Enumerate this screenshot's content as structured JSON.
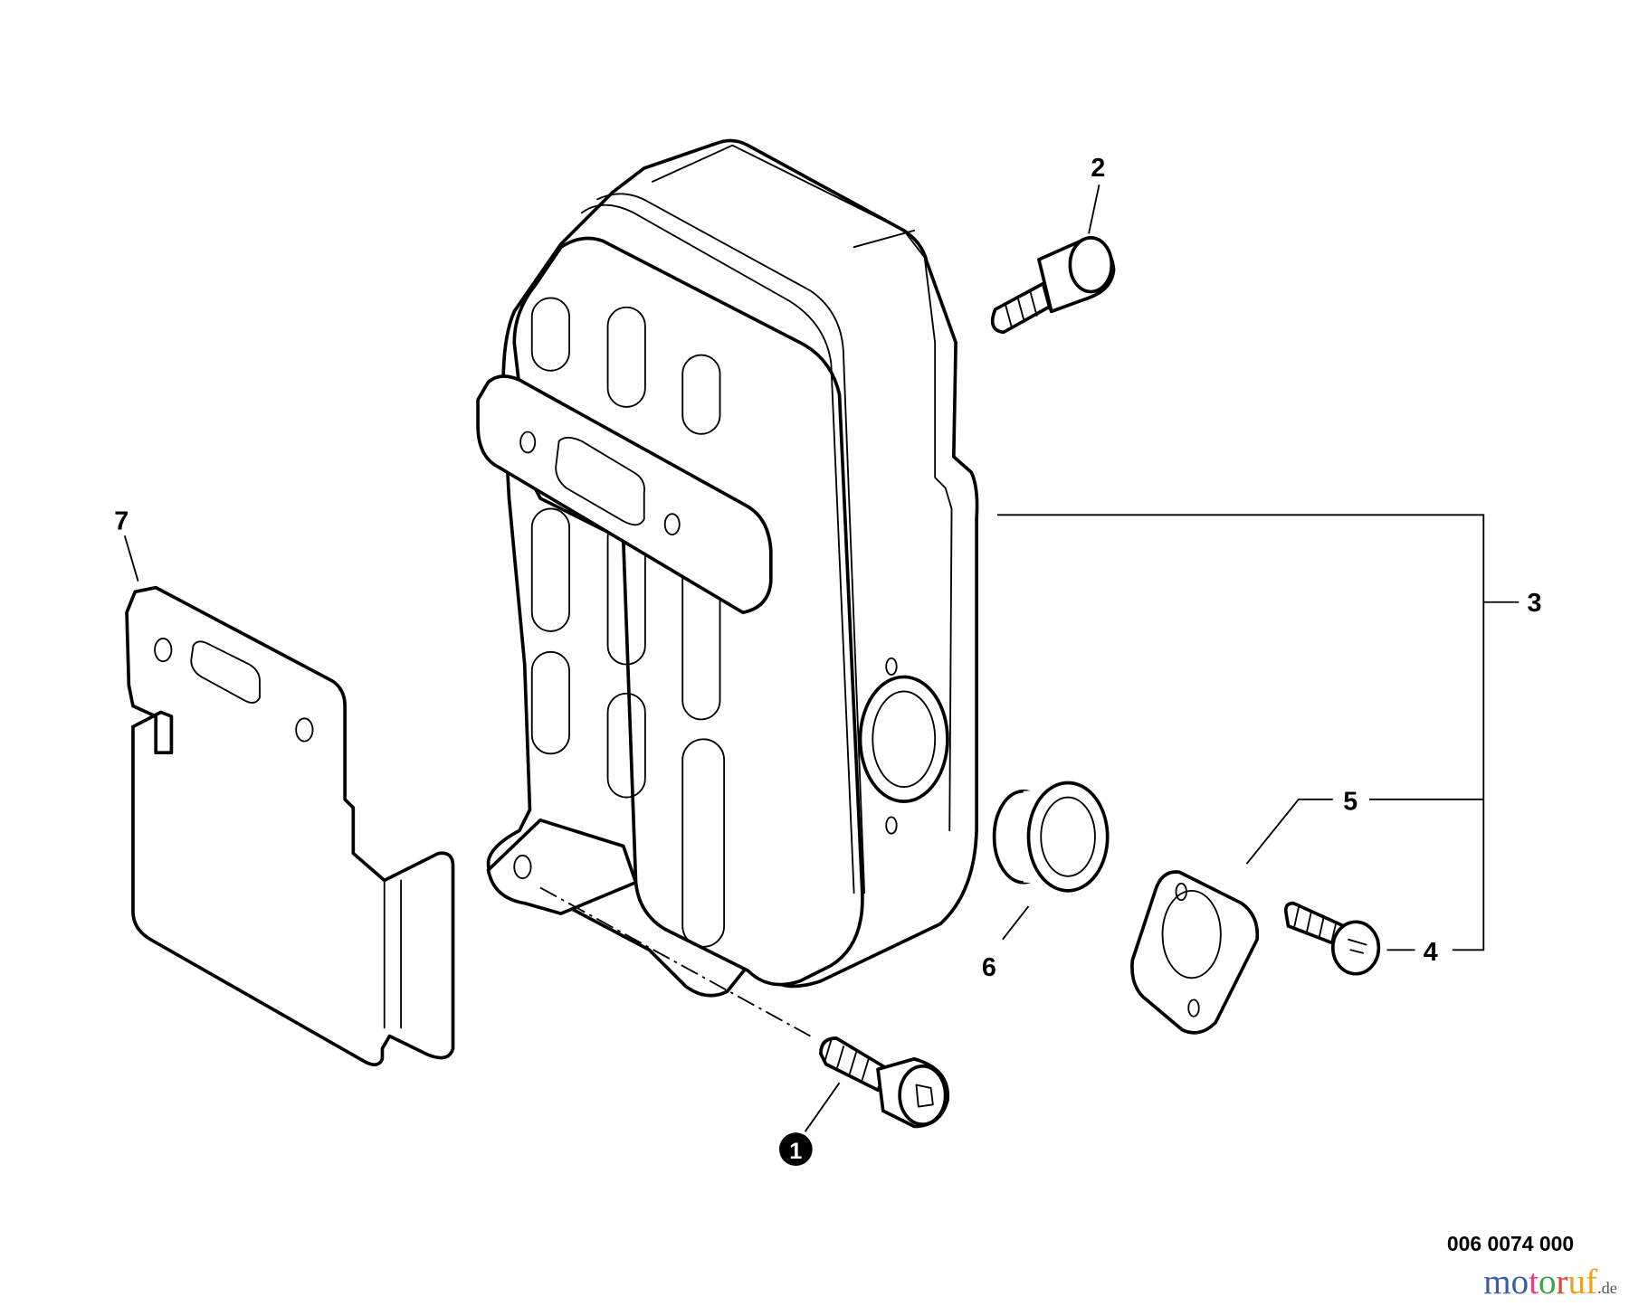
{
  "diagram": {
    "part_labels": [
      {
        "id": "1",
        "text": "1",
        "style": "circled"
      },
      {
        "id": "2",
        "text": "2"
      },
      {
        "id": "3",
        "text": "3"
      },
      {
        "id": "4",
        "text": "4"
      },
      {
        "id": "5",
        "text": "5"
      },
      {
        "id": "6",
        "text": "6"
      },
      {
        "id": "7",
        "text": "7"
      }
    ],
    "drawing_number": "006 0074 000",
    "watermark": {
      "letters": [
        "m",
        "o",
        "t",
        "o",
        "r",
        "u",
        "f"
      ],
      "letter_colors": [
        "#3b5bab",
        "#3b5bab",
        "#e0457b",
        "#3fa34d",
        "#e0452d",
        "#f0a020",
        "#f0a020"
      ],
      "suffix": ".de"
    }
  }
}
